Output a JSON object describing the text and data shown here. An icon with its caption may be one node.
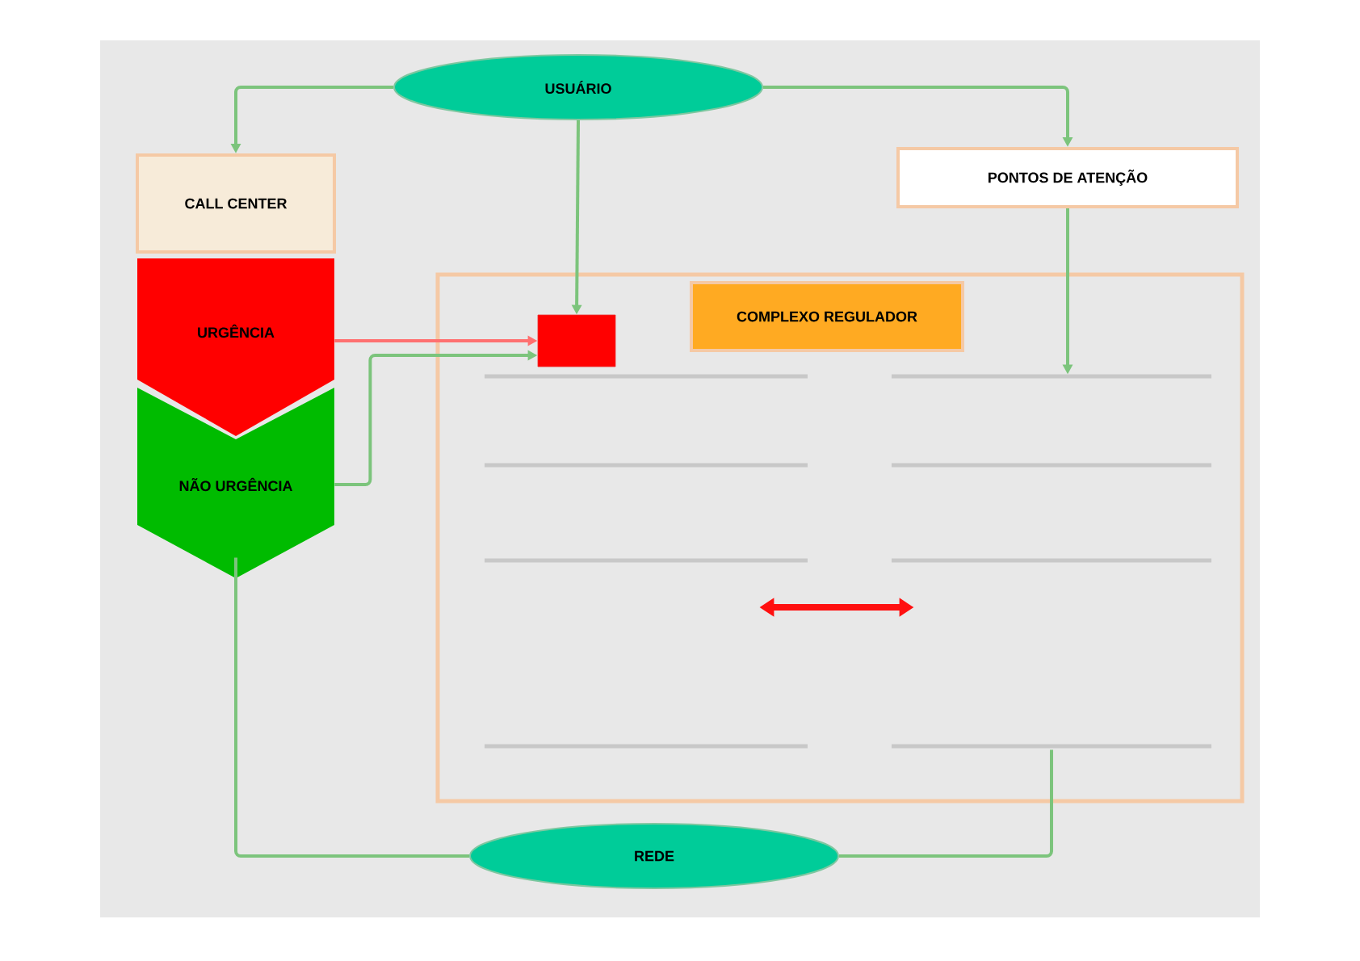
{
  "diagram": {
    "nodes": [
      {
        "text": [
          "USUÁRIO"
        ]
      },
      {
        "text": [
          "CALL CENTER"
        ]
      },
      {
        "text": [
          "PONTOS DE ATENÇÃO"
        ]
      },
      {
        "text": [
          "URGÊNCIA"
        ]
      },
      {
        "text": [
          "NÃO URGÊNCIA"
        ]
      },
      {
        "text": [],
        "shape": "box"
      },
      {
        "text": [],
        "shape": "box",
        "in": 5
      },
      {
        "text": [
          "COMPLEXO REGULADOR"
        ],
        "in": 5
      },
      {
        "text": [],
        "shape": "box",
        "in": 5
      },
      {
        "text": [],
        "shape": "box",
        "in": 5
      },
      {
        "text": [
          "REDE"
        ]
      }
    ],
    "edges": [
      {
        "from": 0,
        "to": 1,
        "arrow": "to"
      },
      {
        "from": 0,
        "to": 2,
        "arrow": "to"
      },
      {
        "from": 0,
        "to": 6,
        "arrow": "to"
      },
      {
        "from": 3,
        "to": 6,
        "arrow": "to",
        "color": "#ff7070"
      },
      {
        "from": 4,
        "to": 6,
        "arrow": "to"
      },
      {
        "from": 2,
        "to": 9,
        "arrow": "to"
      },
      {
        "from": 8,
        "to": 9,
        "arrow": "both",
        "style": "thick",
        "color": "#ff1010"
      },
      {
        "from": 4,
        "to": 10,
        "arrow": "none"
      },
      {
        "from": 9,
        "to": 10,
        "arrow": "none"
      }
    ]
  }
}
